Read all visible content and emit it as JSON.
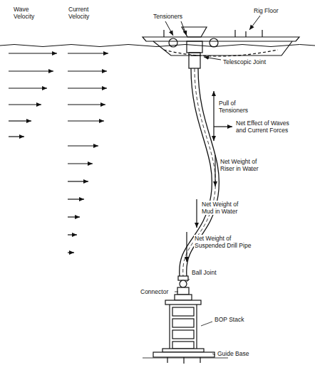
{
  "diagram": {
    "labels": [
      "Wave Velocity",
      "Current Velocity",
      "Tensioners",
      "Rig Floor",
      "Telescopic Joint",
      "Pull of Tensioners",
      "Net Effect of Waves and Current Forces",
      "Net Weight of Riser in Water",
      "Net Weight of Mud in Water",
      "Net Weight of Suspended Drill Pipe",
      "Ball Joint",
      "Connector",
      "BOP Stack",
      "Guide Base"
    ]
  }
}
